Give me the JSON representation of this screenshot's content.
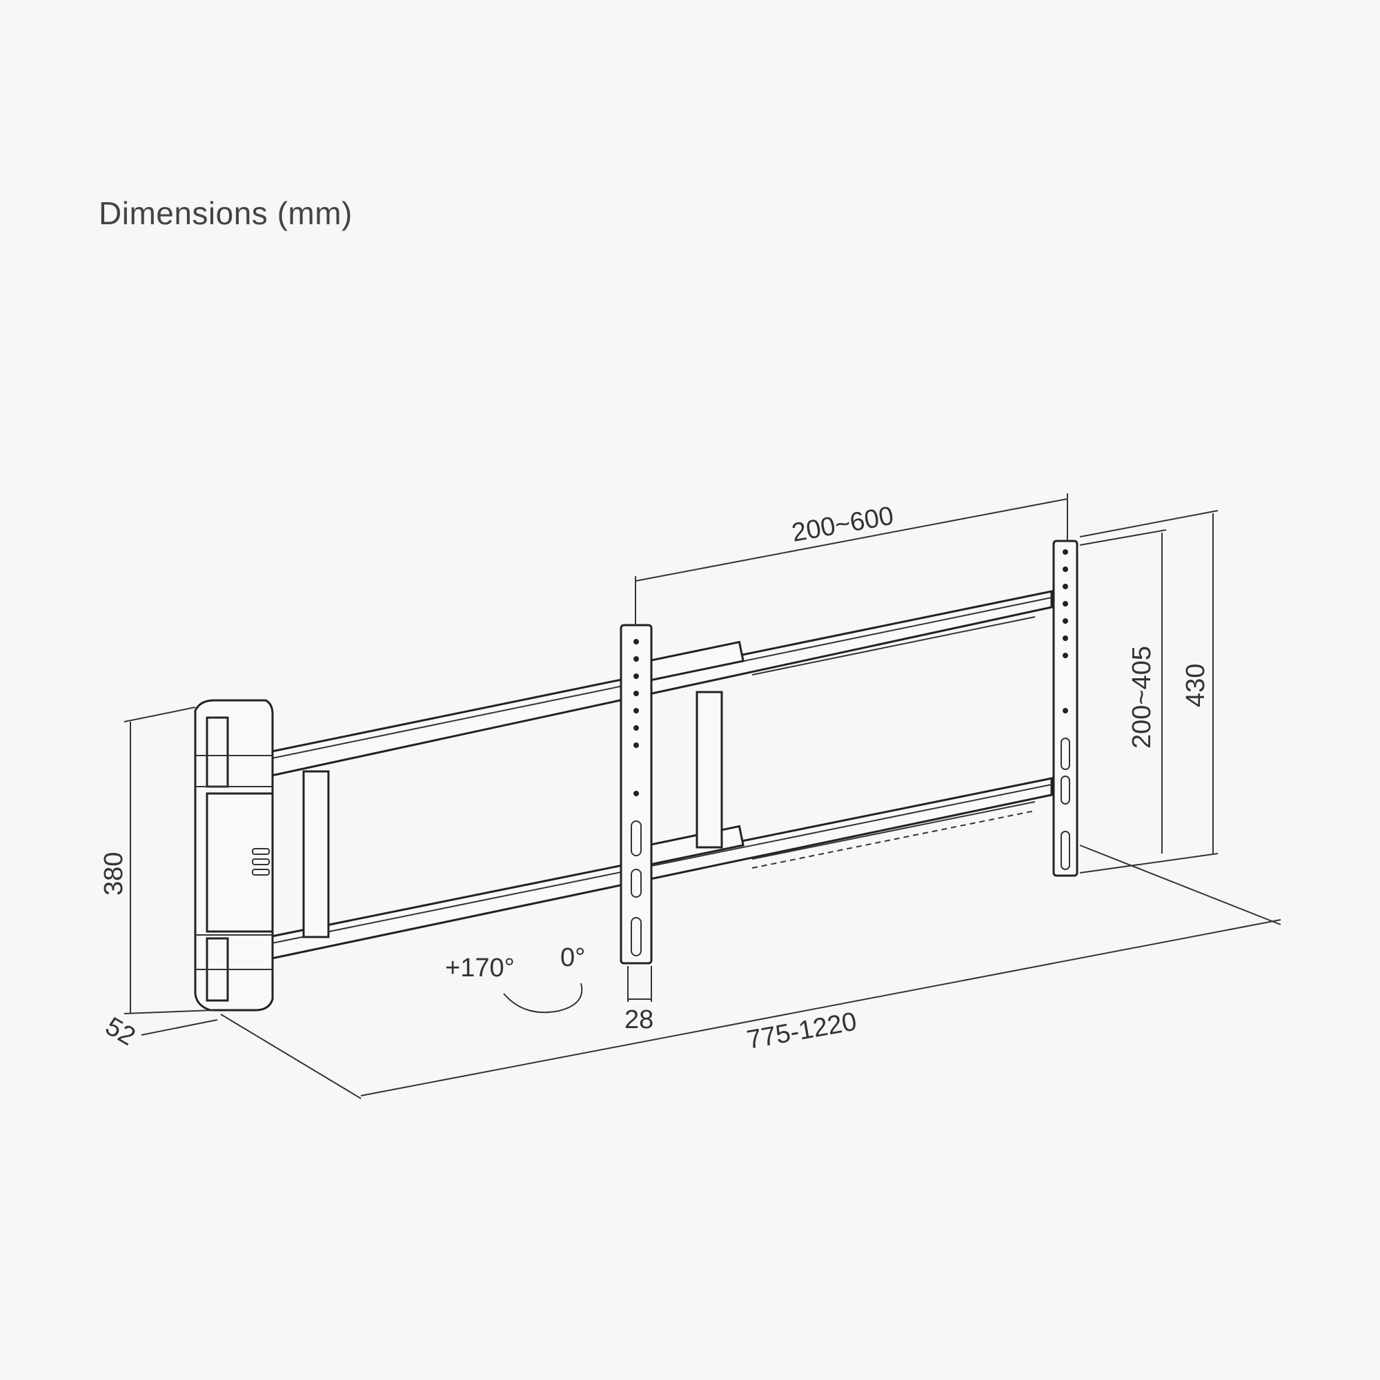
{
  "title": "Dimensions (mm)",
  "dimensions": {
    "vesa_horizontal": "200~600",
    "vesa_vertical": "200~405",
    "plate_height": "430",
    "wall_plate_height": "380",
    "wall_plate_depth": "52",
    "bracket_width": "28",
    "extension": "775-1220",
    "swivel_max": "+170°",
    "swivel_min": "0°"
  }
}
